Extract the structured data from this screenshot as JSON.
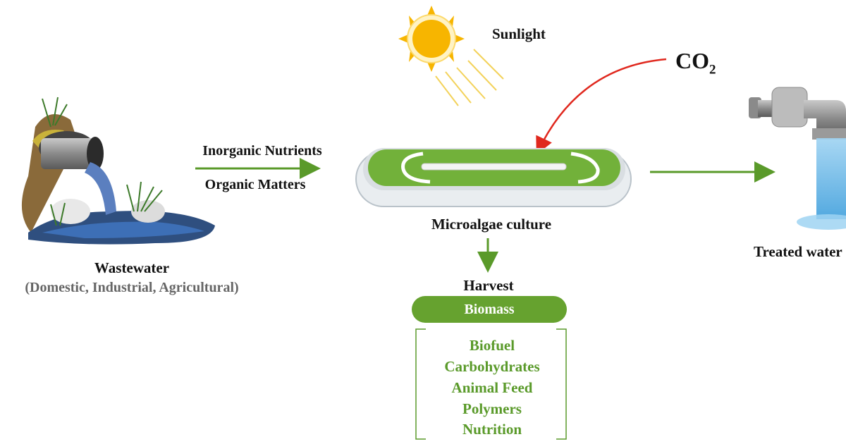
{
  "labels": {
    "sunlight": "Sunlight",
    "co2_main": "CO",
    "co2_sub": "2",
    "inorganic": "Inorganic Nutrients",
    "organic": "Organic Matters",
    "culture": "Microalgae culture",
    "treated": "Treated water",
    "wastewater": "Wastewater",
    "wastewater_sub": "(Domestic, Industrial, Agricultural)",
    "harvest": "Harvest",
    "biomass": "Biomass"
  },
  "products": [
    "Biofuel",
    "Carbohydrates",
    "Animal Feed",
    "Polymers",
    "Nutrition"
  ],
  "colors": {
    "green": "#66a22f",
    "arrow_green": "#5a9a2a",
    "co2_arrow": "#e0281e",
    "sun": "#f7b500",
    "water": "#3d6fb6"
  }
}
